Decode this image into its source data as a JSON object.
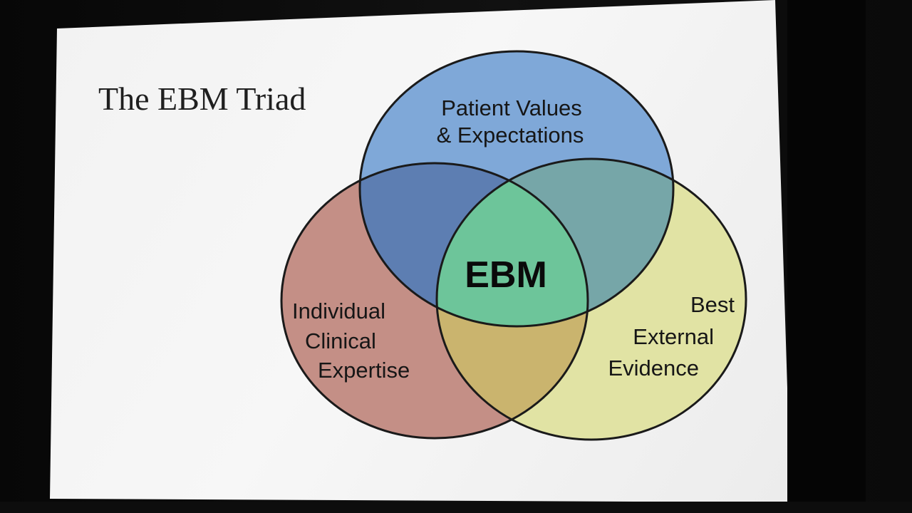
{
  "title": "The EBM Triad",
  "center_label": "EBM",
  "circles": {
    "patient": {
      "lines": [
        "Patient Values",
        "& Expectations"
      ],
      "color": "#7fa8d8"
    },
    "clinical": {
      "lines": [
        "Individual",
        "Clinical",
        "Expertise"
      ],
      "color": "#c48f86"
    },
    "evidence": {
      "lines": [
        "Best",
        "External",
        "Evidence"
      ],
      "color": "#e1e3a4"
    }
  },
  "overlap_colors": {
    "patient_clinical": "#5d7eb2",
    "patient_evidence": "#76a6a8",
    "clinical_evidence": "#cab46e",
    "center": "#6dc59a"
  }
}
